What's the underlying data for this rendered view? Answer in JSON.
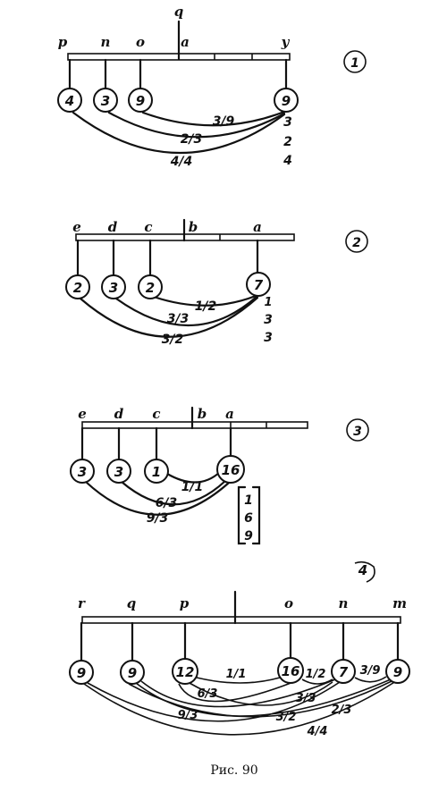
{
  "caption": "Рис. 90",
  "diagrams": [
    {
      "id": "1",
      "top_label": "q",
      "letters": [
        "p",
        "n",
        "o",
        "a",
        "y"
      ],
      "nodes": [
        "4",
        "3",
        "9",
        "9"
      ],
      "arc_labels": [
        "3/9",
        "2/3",
        "4/4"
      ],
      "side_values": [
        "3",
        "2",
        "4"
      ]
    },
    {
      "id": "2",
      "letters": [
        "e",
        "d",
        "c",
        "b",
        "a"
      ],
      "nodes": [
        "2",
        "3",
        "2",
        "7"
      ],
      "arc_labels": [
        "1/2",
        "3/3",
        "3/2"
      ],
      "side_values": [
        "1",
        "3",
        "3"
      ]
    },
    {
      "id": "3",
      "letters": [
        "e",
        "d",
        "c",
        "b",
        "a"
      ],
      "nodes": [
        "3",
        "3",
        "1",
        "16"
      ],
      "arc_labels": [
        "1/1",
        "6/3",
        "9/3"
      ],
      "side_values": [
        "1",
        "6",
        "9"
      ]
    },
    {
      "id": "4",
      "letters": [
        "r",
        "q",
        "p",
        "o",
        "n",
        "m"
      ],
      "nodes": [
        "9",
        "9",
        "12",
        "16",
        "7",
        "9"
      ],
      "arc_labels": [
        "1/1",
        "1/2",
        "3/9",
        "6/3",
        "3/3",
        "9/3",
        "3/2",
        "2/3",
        "4/4"
      ]
    }
  ]
}
